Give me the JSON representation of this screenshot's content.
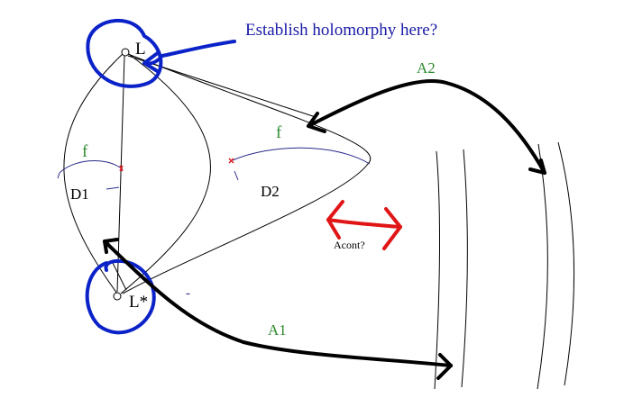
{
  "labels": {
    "L": "L",
    "L_star": "L*",
    "D1": "D1",
    "D2": "D2",
    "f1": "f",
    "f2": "f",
    "A1": "A1",
    "A2": "A2",
    "acont": "Acont?",
    "question": "Establish holomorphy here?",
    "dash": "-"
  },
  "colors": {
    "ink": "#000000",
    "blue": "#0a22c8",
    "question_blue": "#1a1aa8",
    "navy": "#2a2a8c",
    "green": "#2e8b2e",
    "red": "#e01515"
  }
}
